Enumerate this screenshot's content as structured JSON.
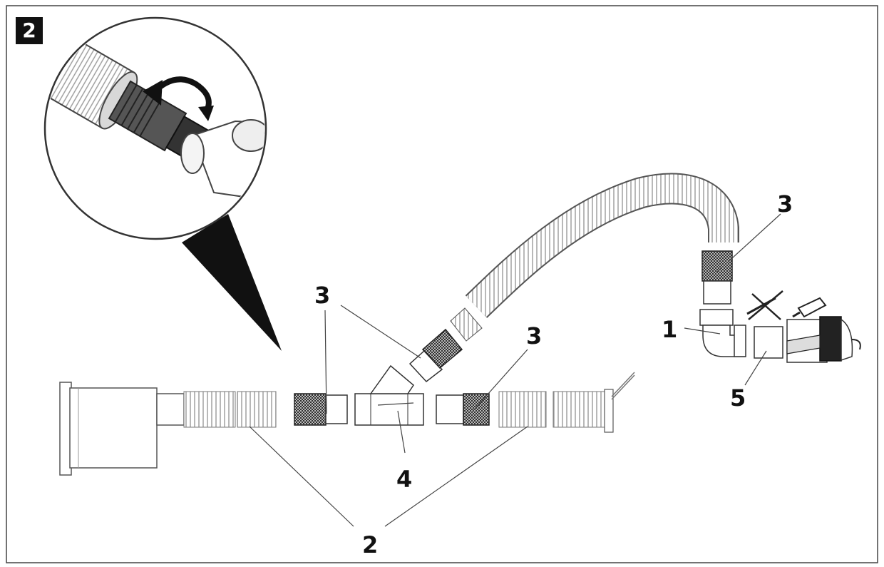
{
  "figure": {
    "step_number": "2",
    "callouts": {
      "c1": "1",
      "c2": "2",
      "c3a": "3",
      "c3b": "3",
      "c3c": "3",
      "c4": "4",
      "c5": "5"
    }
  },
  "colors": {
    "line": "#555555",
    "dark_line": "#222222",
    "pipe_fill": "#ffffff",
    "hose_rib": "#bdbdbd",
    "thread_dark": "#333333"
  }
}
